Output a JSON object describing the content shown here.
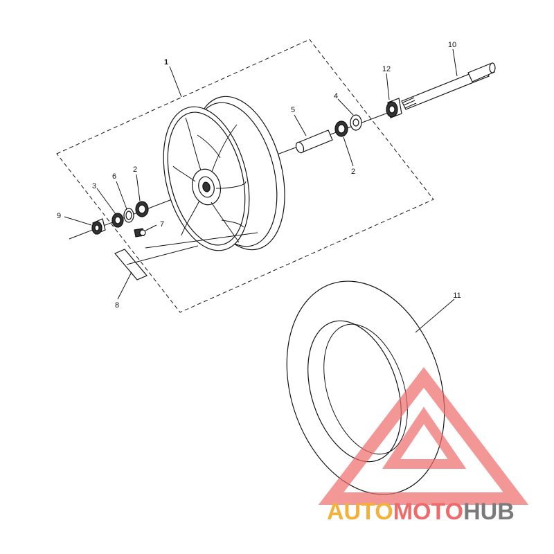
{
  "diagram": {
    "callouts": {
      "c1": "1",
      "c2a": "2",
      "c2b": "2",
      "c3": "3",
      "c4": "4",
      "c5": "5",
      "c6": "6",
      "c7": "7",
      "c8": "8",
      "c9": "9",
      "c10": "10",
      "c11": "11",
      "c12": "12"
    }
  },
  "watermark": {
    "part1": "AUTO",
    "part2": "MOTO",
    "part3": "HUB",
    "colors": {
      "orange": "#f3b03a",
      "red": "#ee6b6b",
      "gray": "#7a7a7a"
    }
  }
}
